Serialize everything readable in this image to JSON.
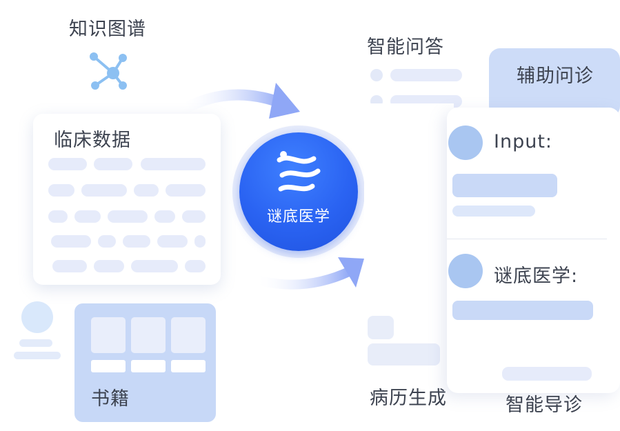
{
  "labels": {
    "knowledge_graph": "知识图谱",
    "clinical_data": "临床数据",
    "books": "书籍",
    "smart_qa": "智能问答",
    "assisted_consult": "辅助问诊",
    "emr_generation": "病历生成",
    "smart_triage": "智能导诊"
  },
  "logo": {
    "name": "谜底医学"
  },
  "chat": {
    "input_label": "Input:",
    "reply_label": "谜底医学:"
  },
  "colors": {
    "brand_blue": "#2a63f2",
    "light_blue": "#c7d8f7",
    "placeholder": "#e6ebfa",
    "avatar": "#a9c6f1"
  },
  "icons": {
    "graph": "network-nodes-icon",
    "logo": "mitu-logo-icon",
    "arrows": "curved-arrow-icon"
  }
}
